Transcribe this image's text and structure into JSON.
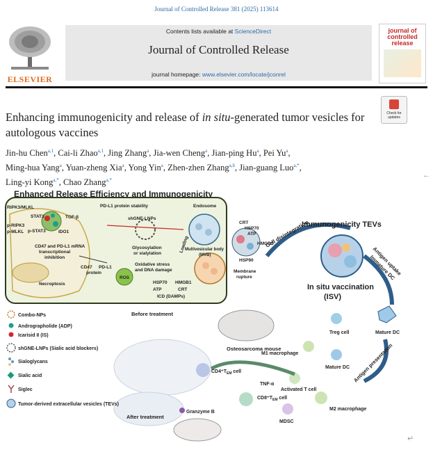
{
  "header": {
    "journal_ref": "Journal of Controlled Release 381 (2025) 113614",
    "contents_prefix": "Contents lists available at ",
    "contents_link": "ScienceDirect",
    "journal_name": "Journal of Controlled Release",
    "homepage_prefix": "journal homepage: ",
    "homepage_url": "www.elsevier.com/locate/jconrel",
    "publisher": "ELSEVIER",
    "cover_title": "journal of controlled release"
  },
  "check_updates": "Check for updates",
  "article": {
    "title_part1": "Enhancing immunogenicity and release of ",
    "title_italic": "in situ",
    "title_part2": "-generated tumor vesicles for autologous vaccines",
    "authors": [
      {
        "name": "Jin-hu Chen",
        "sup": "a,1"
      },
      {
        "name": "Cai-li Zhao",
        "sup": "a,1"
      },
      {
        "name": "Jing Zhang",
        "sup": "a"
      },
      {
        "name": "Jia-wen Cheng",
        "sup": "a"
      },
      {
        "name": "Jian-ping Hu",
        "sup": "a"
      },
      {
        "name": "Pei Yu",
        "sup": "a"
      },
      {
        "name": "Ming-hua Yang",
        "sup": "a"
      },
      {
        "name": "Yuan-zheng Xia",
        "sup": "a"
      },
      {
        "name": "Yong Yin",
        "sup": "a"
      },
      {
        "name": "Zhen-zhen Zhang",
        "sup": "a,b"
      },
      {
        "name": "Jian-guang Luo",
        "sup": "a,*"
      },
      {
        "name": "Ling-yi Kong",
        "sup": "a,*"
      },
      {
        "name": "Chao Zhang",
        "sup": "a,*"
      }
    ]
  },
  "figure": {
    "title_main": "Enhanced Release Efficiency and Immunogenicity",
    "inset_labels": {
      "ripk3_mlkl": "RIPK3/MLKL",
      "stat3": "STAT3",
      "tgf": "TGF-β",
      "p_ripk3": "p-RIPK3",
      "p_mlkl": "p-MLKL",
      "p_stat3": "p-STAT3",
      "ido1": "IDO1",
      "cd47_mrna": "CD47 and PD-L1 mRNA",
      "transcriptional": "transcriptional",
      "inhibition": "inhibition",
      "cd47": "CD47",
      "pdl1": "PD-L1",
      "protein": "protein",
      "necroptosis": "Necroptosis",
      "ros": "ROS",
      "pdl1_stab": "PD-L1 protein stability",
      "shgne": "shGNE-LNPs",
      "glyco": "Glycosylation",
      "sialy": "or sialylation",
      "oxid": "Oxidative stress",
      "dna": "and DNA damage",
      "loading": "Loading",
      "endosome": "Endosome",
      "mvb1": "Multivesicular body",
      "mvb2": "(MVB)",
      "hsp70_in": "HSP70",
      "hmgb1_in": "HMGB1",
      "atp_in": "ATP",
      "crt_in": "CRT",
      "icd": "ICD (DAMPs)"
    },
    "right_labels": {
      "crt": "CRT",
      "hsp70": "HSP70",
      "atp": "ATP",
      "hmgb1": "HMGB1",
      "hsp90": "HSP90",
      "membrane1": "Membrane",
      "membrane2": "rupture",
      "imm_tevs": "Immunogenicity TEVs",
      "cell_dis": "Cell disintegration",
      "antigen_uptake": "Antigen uptake",
      "immature_dc": "Immature DC",
      "isv1": "In situ vaccination",
      "isv2": "(ISV)",
      "mature_dc1": "Mature DC",
      "antigen_pres": "Antigen presentation"
    },
    "lower_labels": {
      "before": "Before treatment",
      "after": "After treatment",
      "osteosarcoma": "Osteosarcoma mouse",
      "treg": "Treg cell",
      "m1": "M1 macrophage",
      "mature_dc2": "Mature DC",
      "cd4": "CD4⁺T",
      "em": "EM",
      "cell": " cell",
      "tnf": "TNF-α",
      "activated": "Activated T cell",
      "cd8": "CD8⁺T",
      "m2": "M2 macrophage",
      "mdsc": "MDSC",
      "granzyme": "Granzyme B"
    },
    "legend": [
      {
        "label": "Combo-NPs",
        "icon": "combo-np-icon"
      },
      {
        "label": "Andrographolide (ADP)",
        "icon": "adp-dot-icon",
        "color": "#1f9e89"
      },
      {
        "label": "Icarisid II (IS)",
        "icon": "is-dot-icon",
        "color": "#d62728"
      },
      {
        "label": "shGNE-LNPs (Sialic acid blockers)",
        "icon": "lnp-icon"
      },
      {
        "label": "Sialoglycans",
        "icon": "sialoglycan-icon"
      },
      {
        "label": "Sialic acid",
        "icon": "sialic-acid-icon",
        "color": "#1a9a7a"
      },
      {
        "label": "Siglec",
        "icon": "siglec-icon"
      },
      {
        "label": "Tumor-derived extracellular vesicles (TEVs)",
        "icon": "tev-icon"
      }
    ]
  }
}
